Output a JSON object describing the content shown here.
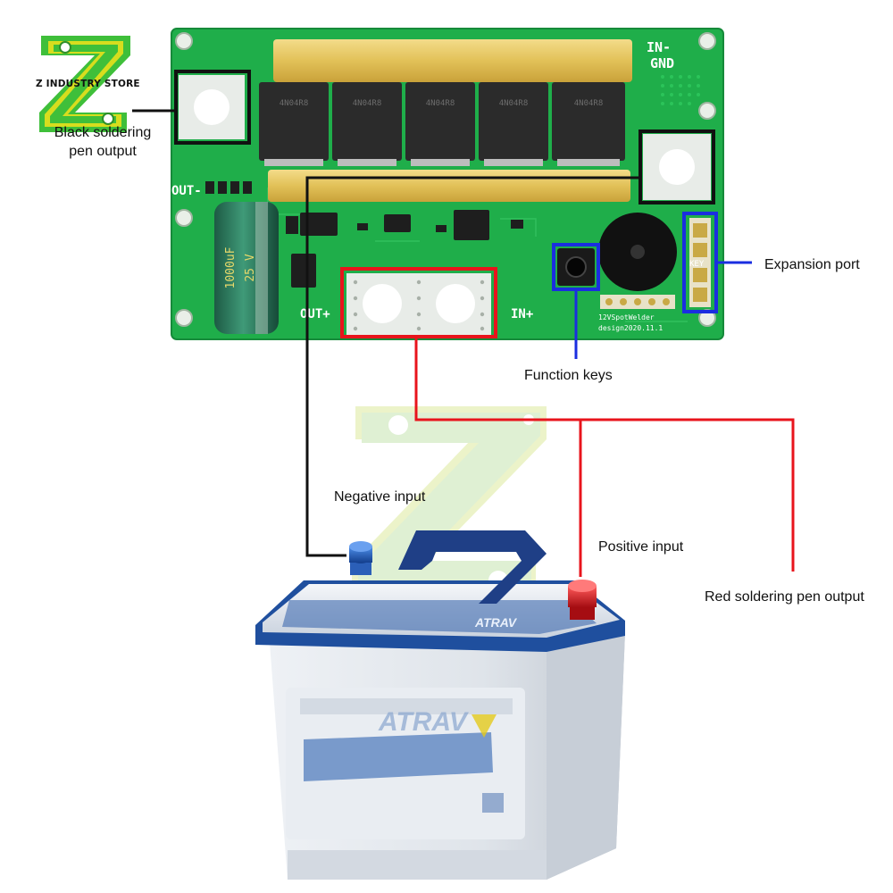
{
  "brand": {
    "store_name": "Z INDUSTRY STORE"
  },
  "labels": {
    "black_pen_line1": "Black soldering",
    "black_pen_line2": "pen output",
    "expansion_port": "Expansion port",
    "function_keys": "Function keys",
    "negative_input": "Negative input",
    "positive_input": "Positive input",
    "red_pen_output": "Red soldering pen output"
  },
  "board_silk": {
    "in_minus": "IN-",
    "gnd": "GND",
    "out_plus": "OUT+",
    "in_plus": "IN+",
    "key": "KEY",
    "out_minus": "OUT-",
    "cap_1000uf": "1000uF",
    "cap_25v": "25 V",
    "mosfet": "4N04R8",
    "model": "12VSpotWelder",
    "design": "design2020.11.1"
  },
  "battery": {
    "brand": "ATRAV"
  },
  "colors": {
    "pcb": "#1fae4a",
    "black_wire": "#111111",
    "red_wire": "#e8141c",
    "key_highlight": "#1a2ee0",
    "logo_green": "#3fbf3a",
    "logo_yellow": "#f2e21a"
  }
}
